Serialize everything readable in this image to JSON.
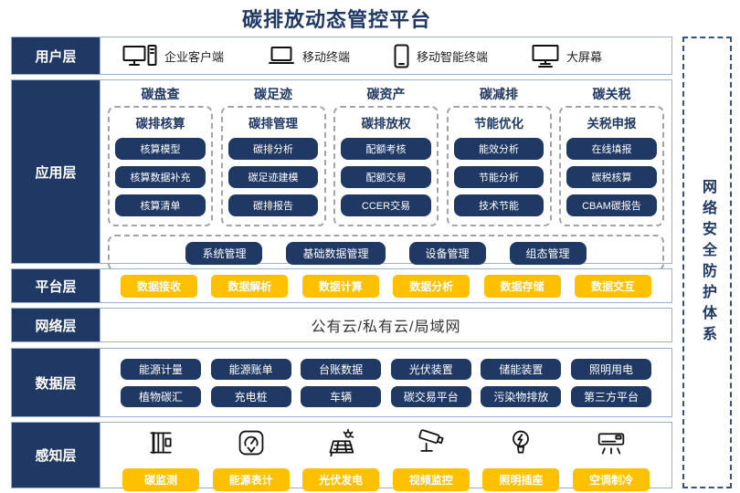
{
  "title": "碳排放动态管控平台",
  "security_band": "网络安全防护体系",
  "colors": {
    "navy": "#1F3864",
    "accent_yellow": "#FFC000",
    "box_border": "#9DAFD0"
  },
  "layers": {
    "user": {
      "label": "用户层",
      "items": [
        {
          "icon": "desktop-pc-icon",
          "label": "企业客户端"
        },
        {
          "icon": "laptop-icon",
          "label": "移动终端"
        },
        {
          "icon": "smartphone-icon",
          "label": "移动智能终端"
        },
        {
          "icon": "big-screen-icon",
          "label": "大屏幕"
        }
      ]
    },
    "app": {
      "label": "应用层",
      "columns": [
        {
          "header": "碳盘查",
          "title": "碳排核算",
          "buttons": [
            "核算模型",
            "核算数据补充",
            "核算清单"
          ]
        },
        {
          "header": "碳足迹",
          "title": "碳排管理",
          "buttons": [
            "碳排分析",
            "碳足迹建模",
            "碳排报告"
          ]
        },
        {
          "header": "碳资产",
          "title": "碳排放权",
          "buttons": [
            "配额考核",
            "配额交易",
            "CCER交易"
          ]
        },
        {
          "header": "碳减排",
          "title": "节能优化",
          "buttons": [
            "能效分析",
            "节能分析",
            "技术节能"
          ]
        },
        {
          "header": "碳关税",
          "title": "关税申报",
          "buttons": [
            "在线填报",
            "碳税核算",
            "CBAM碳报告"
          ]
        }
      ],
      "common_buttons": [
        "系统管理",
        "基础数据管理",
        "设备管理",
        "组态管理"
      ]
    },
    "platform": {
      "label": "平台层",
      "buttons": [
        "数据接收",
        "数据解析",
        "数据计算",
        "数据分析",
        "数据存储",
        "数据交互"
      ]
    },
    "network": {
      "label": "网络层",
      "text": "公有云/私有云/局域网"
    },
    "data": {
      "label": "数据层",
      "rows": [
        [
          "能源计量",
          "能源账单",
          "台账数据",
          "光伏装置",
          "储能装置",
          "照明用电"
        ],
        [
          "植物碳汇",
          "充电桩",
          "车辆",
          "碳交易平台",
          "污染物排放",
          "第三方平台"
        ]
      ]
    },
    "perception": {
      "label": "感知层",
      "items": [
        {
          "icon": "carbon-monitor-icon",
          "label": "碳监测"
        },
        {
          "icon": "energy-meter-icon",
          "label": "能源表计"
        },
        {
          "icon": "solar-power-icon",
          "label": "光伏发电"
        },
        {
          "icon": "cctv-camera-icon",
          "label": "视频监控"
        },
        {
          "icon": "light-bulb-icon",
          "label": "照明插座"
        },
        {
          "icon": "air-conditioner-icon",
          "label": "空调制冷"
        }
      ]
    }
  }
}
